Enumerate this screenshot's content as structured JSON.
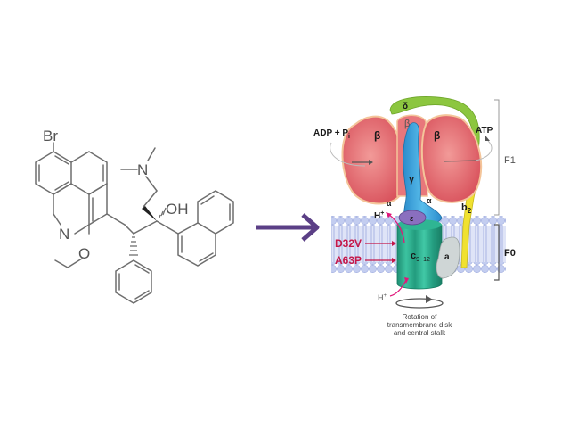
{
  "molecule": {
    "name": "bedaquiline-structure",
    "atoms": {
      "br": "Br",
      "n_ring": "N",
      "o_methoxy": "O",
      "n_amine": "N",
      "oh": "OH"
    }
  },
  "reaction_arrow": {
    "color": "#5b3f86"
  },
  "atp_synthase": {
    "subunits": {
      "delta": "δ",
      "beta_left": "β",
      "beta_center": "β",
      "beta_right": "β",
      "gamma": "γ",
      "alpha_left": "α",
      "alpha_right": "α",
      "epsilon": "ε",
      "b2_main": "b",
      "b2_sub": "2",
      "a": "a",
      "c_main": "c",
      "c_sub": "9−12"
    },
    "substrates": {
      "adp_main": "ADP + P",
      "adp_sub": "i",
      "atp": "ATP"
    },
    "protons": {
      "top_main": "H",
      "top_sup": "+",
      "bottom_main": "H",
      "bottom_sup": "+"
    },
    "mutations": [
      "D32V",
      "A63P"
    ],
    "domains": {
      "f1": "F1",
      "f0": "F0"
    },
    "caption_lines": [
      "Rotation of",
      "transmembrane disk",
      "and central stalk"
    ],
    "colors": {
      "beta": "#e8777b",
      "alpha_rim": "#f4c59a",
      "gamma": "#3ba3d8",
      "delta": "#8cc63f",
      "b2": "#f0e130",
      "c_ring": "#2aa889",
      "a_subunit": "#cfd6d6",
      "epsilon": "#8a6fbf",
      "membrane": "#b7c3ea",
      "mutation_text": "#c4174a"
    }
  }
}
